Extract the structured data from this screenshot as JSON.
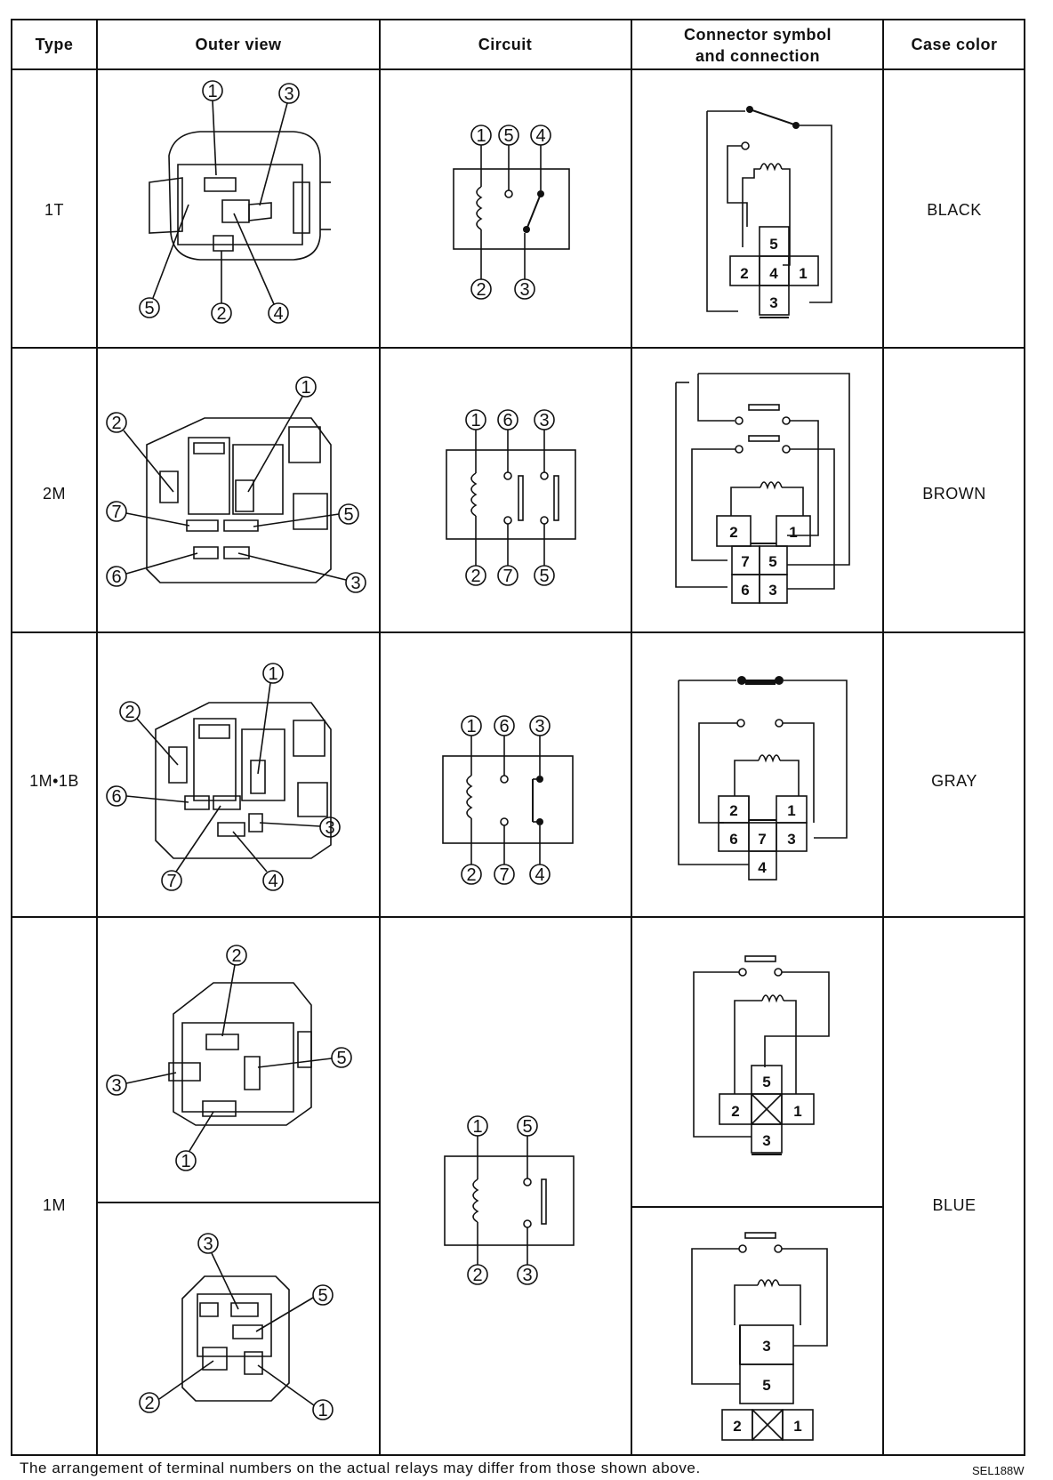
{
  "headers": {
    "type": "Type",
    "outer_view": "Outer view",
    "circuit": "Circuit",
    "connector_1": "Connector symbol",
    "connector_2": "and connection",
    "case_color": "Case color"
  },
  "rows": [
    {
      "type": "1T",
      "case_color": "BLACK"
    },
    {
      "type": "2M",
      "case_color": "BROWN"
    },
    {
      "type": "1M•1B",
      "case_color": "GRAY"
    },
    {
      "type": "1M",
      "case_color": "BLUE"
    }
  ],
  "circuits": {
    "t1": [
      "1",
      "5",
      "4",
      "2",
      "3"
    ],
    "m2": [
      "1",
      "6",
      "3",
      "2",
      "7",
      "5"
    ],
    "m1b1": [
      "1",
      "6",
      "3",
      "2",
      "7",
      "4"
    ],
    "m1": [
      "1",
      "5",
      "2",
      "3"
    ]
  },
  "connectors": {
    "t1": [
      "5",
      "2",
      "4",
      "1",
      "3"
    ],
    "m2": [
      "2",
      "1",
      "7",
      "5",
      "6",
      "3"
    ],
    "m1b1": [
      "2",
      "1",
      "6",
      "7",
      "3",
      "4"
    ],
    "m1a": [
      "5",
      "2",
      "1",
      "3"
    ],
    "m1b": [
      "3",
      "5",
      "2",
      "1"
    ]
  },
  "outer_views": {
    "t1": [
      "1",
      "3",
      "5",
      "2",
      "4"
    ],
    "m2": [
      "1",
      "2",
      "7",
      "5",
      "6",
      "3"
    ],
    "m1b1": [
      "1",
      "2",
      "6",
      "3",
      "7",
      "4"
    ],
    "m1a": [
      "2",
      "3",
      "5",
      "1"
    ],
    "m1b": [
      "3",
      "5",
      "2",
      "1"
    ]
  },
  "footer_note": "The arrangement of terminal numbers on the actual relays may differ from those shown above.",
  "figure_code": "SEL188W"
}
